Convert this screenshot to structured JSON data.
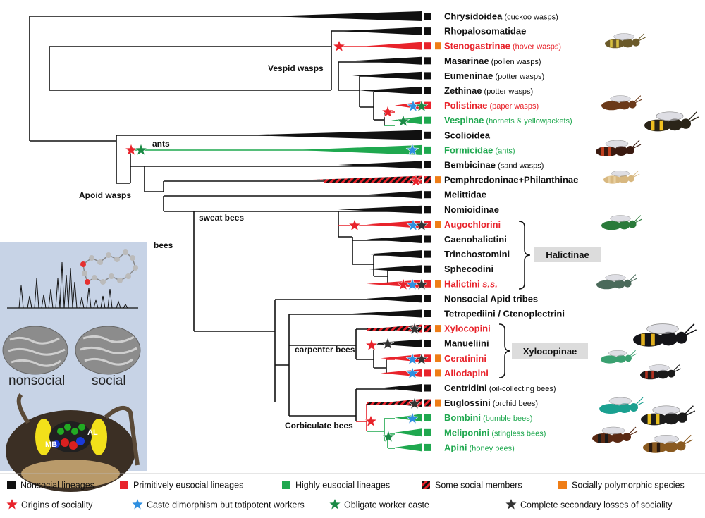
{
  "colors": {
    "nonsocial": "#111111",
    "primitive": "#e8232b",
    "high": "#1fa84f",
    "polymorphic": "#ef7d16",
    "origin_star": "#e8232b",
    "caste_star": "#2f8fe0",
    "obligate_star": "#1a8a45",
    "loss_star": "#333333",
    "box": "#dcdcdc",
    "inset": "#c7d3e6"
  },
  "taxa": [
    {
      "name": "Chrysidoidea",
      "note": "(cuckoo wasps)",
      "status": "nonsocial"
    },
    {
      "name": "Rhopalosomatidae",
      "note": "",
      "status": "nonsocial"
    },
    {
      "name": "Stenogastrinae",
      "note": "(hover wasps)",
      "status": "primitive"
    },
    {
      "name": "Masarinae",
      "note": "(pollen wasps)",
      "status": "nonsocial"
    },
    {
      "name": "Eumeninae",
      "note": "(potter wasps)",
      "status": "nonsocial"
    },
    {
      "name": "Zethinae",
      "note": "(potter wasps)",
      "status": "nonsocial"
    },
    {
      "name": "Polistinae",
      "note": "(paper wasps)",
      "status": "primitive"
    },
    {
      "name": "Vespinae",
      "note": "(hornets & yellowjackets)",
      "status": "high"
    },
    {
      "name": "Scolioidea",
      "note": "",
      "status": "nonsocial"
    },
    {
      "name": "Formicidae",
      "note": "(ants)",
      "status": "high"
    },
    {
      "name": "Bembicinae",
      "note": "(sand wasps)",
      "status": "nonsocial"
    },
    {
      "name": "Pemphredoninae+Philanthinae",
      "note": "",
      "status": "nonsocial"
    },
    {
      "name": "Melittidae",
      "note": "",
      "status": "nonsocial"
    },
    {
      "name": "Nomioidinae",
      "note": "",
      "status": "nonsocial"
    },
    {
      "name": "Augochlorini",
      "note": "",
      "status": "primitive"
    },
    {
      "name": "Caenohalictini",
      "note": "",
      "status": "nonsocial"
    },
    {
      "name": "Trinchostomini",
      "note": "",
      "status": "nonsocial"
    },
    {
      "name": "Sphecodini",
      "note": "",
      "status": "nonsocial"
    },
    {
      "name": "Halictini s.s.",
      "note": "",
      "status": "primitive"
    },
    {
      "name": "Nonsocial Apid tribes",
      "note": "",
      "status": "nonsocial"
    },
    {
      "name": "Tetrapediini / Ctenoplectrini",
      "note": "",
      "status": "nonsocial"
    },
    {
      "name": "Xylocopini",
      "note": "",
      "status": "primitive"
    },
    {
      "name": "Manueliini",
      "note": "",
      "status": "nonsocial"
    },
    {
      "name": "Ceratinini",
      "note": "",
      "status": "primitive"
    },
    {
      "name": "Allodapini",
      "note": "",
      "status": "primitive"
    },
    {
      "name": "Centridini",
      "note": "(oil-collecting bees)",
      "status": "nonsocial"
    },
    {
      "name": "Euglossini",
      "note": "(orchid bees)",
      "status": "nonsocial"
    },
    {
      "name": "Bombini",
      "note": "(bumble bees)",
      "status": "high"
    },
    {
      "name": "Meliponini",
      "note": "(stingless bees)",
      "status": "high"
    },
    {
      "name": "Apini",
      "note": "(honey bees)",
      "status": "high"
    }
  ],
  "clades": {
    "vespid": "Vespid wasps",
    "ants": "ants",
    "apoid": "Apoid wasps",
    "sweat": "sweat bees",
    "bees": "bees",
    "carpenter": "carpenter bees",
    "corbiculate": "Corbiculate bees"
  },
  "groups": {
    "halictinae": "Halictinae",
    "xylocopinae": "Xylocopinae"
  },
  "inset": {
    "nonsocial": "nonsocial",
    "social": "social",
    "al": "AL",
    "mb": "MB"
  },
  "legend": {
    "row1": [
      {
        "label": "Nonsocial lineages",
        "swatch": "nonsocial"
      },
      {
        "label": "Primitively eusocial lineages",
        "swatch": "primitive"
      },
      {
        "label": "Highly eusocial lineages",
        "swatch": "high"
      },
      {
        "label": "Some social members",
        "swatch": "hatched"
      },
      {
        "label": "Socially polymorphic species",
        "swatch": "polymorphic"
      }
    ],
    "row2": [
      {
        "label": "Origins of sociality",
        "star": "origin"
      },
      {
        "label": "Caste dimorphism but totipotent workers",
        "star": "caste"
      },
      {
        "label": "Obligate worker caste",
        "star": "obligate"
      },
      {
        "label": "Complete secondary losses of sociality",
        "star": "loss"
      }
    ]
  }
}
